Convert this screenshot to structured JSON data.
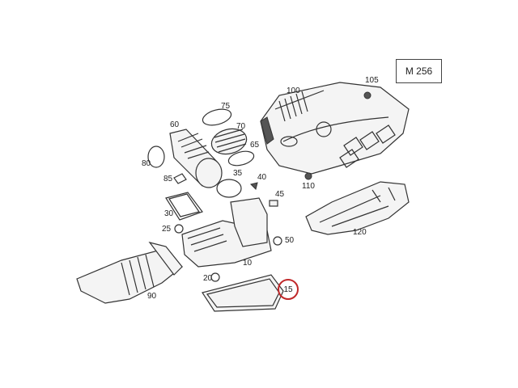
{
  "diagram": {
    "model_label": "M 256",
    "highlighted_part": "15",
    "highlight_color": "#c0282a",
    "parts": [
      "100",
      "105",
      "75",
      "70",
      "60",
      "65",
      "80",
      "85",
      "35",
      "40",
      "110",
      "45",
      "30",
      "25",
      "50",
      "120",
      "10",
      "20",
      "15",
      "90"
    ]
  }
}
